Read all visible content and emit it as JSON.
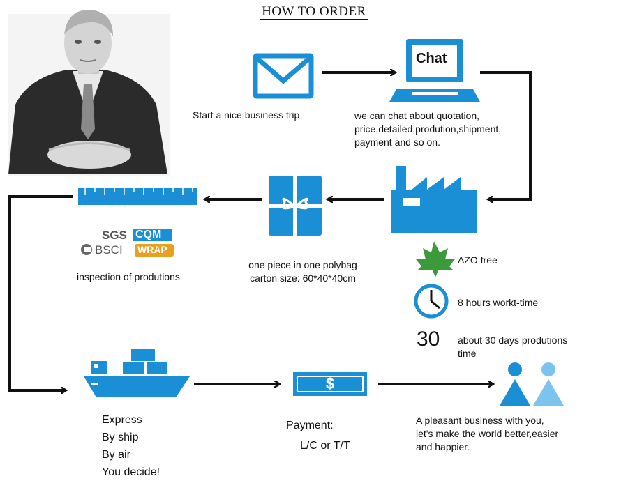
{
  "title": "HOW TO ORDER",
  "steps": {
    "contact": "Start a nice business trip",
    "chat_label": "Chat",
    "chat_lines": [
      "we can chat about quotation,",
      "price,detailed,prodution,shipment,",
      "payment and so on."
    ],
    "packing_lines": [
      "one piece in one polybag",
      "carton size: 60*40*40cm"
    ],
    "inspection": "inspection of produtions",
    "certifications": [
      "SGS",
      "CQM",
      "BSCI",
      "WRAP"
    ],
    "production_notes": {
      "azo": "AZO free",
      "hours": "8 hours workt-time",
      "days_number": "30",
      "days_lines": [
        "about 30 days produtions",
        "time"
      ]
    },
    "shipping_lines": [
      "Express",
      "By ship",
      "By air",
      "You decide!"
    ],
    "payment_lines": [
      "Payment:",
      "L/C or T/T"
    ],
    "closing_lines": [
      "A pleasant business with you,",
      "let's make the world better,easier",
      "and happier."
    ]
  },
  "colors": {
    "accent": "#1b8fd6",
    "accent_light": "#7cc4ee",
    "arrow": "#111111"
  }
}
